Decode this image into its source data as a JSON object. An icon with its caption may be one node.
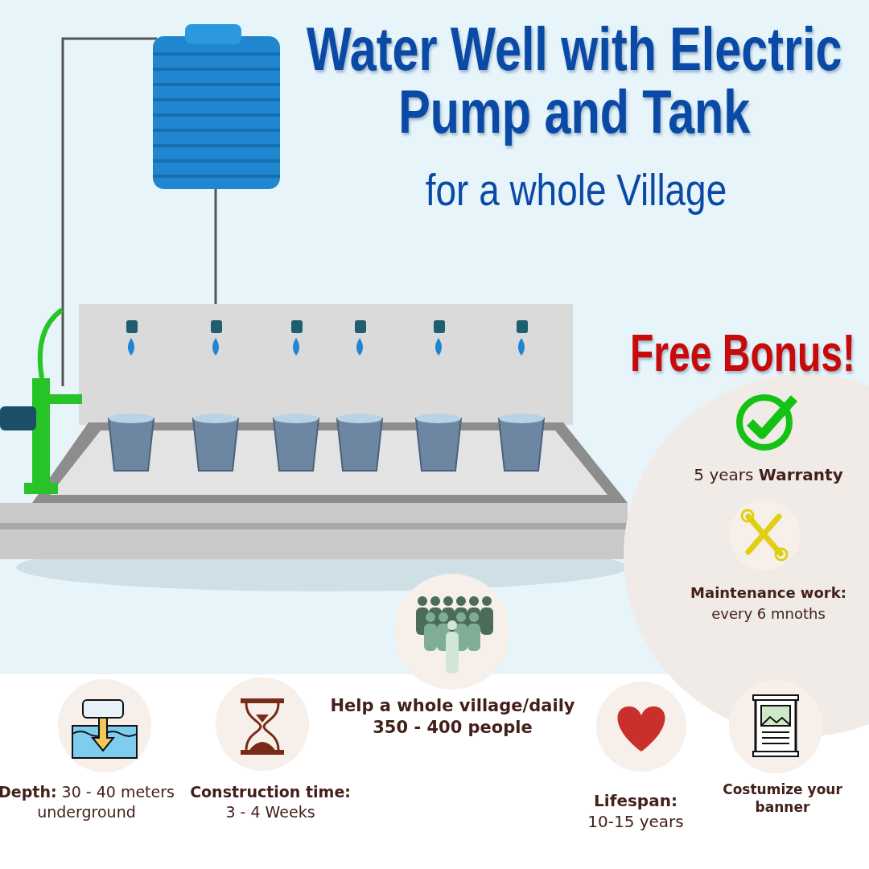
{
  "diagram": {
    "title": "Water Well with Electric Pump and Tank",
    "nodes": [
      {
        "text": [
          "Free Bonus!",
          "5 years **Warranty**",
          "Maintenance work:",
          "every 6 mnoths"
        ]
      }
    ],
    "labels": [
      "for a whole Village",
      "**Depth:** 30 - 40 meters underground",
      "**Construction time:** 3 - 4 Weeks",
      "Help a whole village/daily 350 - 400 people",
      "**Lifespan:** 10-15 years",
      "Costumize your banner"
    ]
  }
}
